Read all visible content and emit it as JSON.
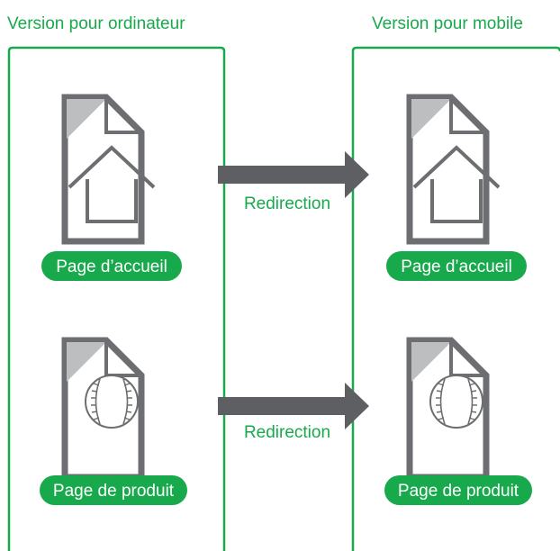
{
  "colors": {
    "accent_green": "#18a94d",
    "icon_gray": "#6d6e71",
    "fold_gray": "#bcbec0",
    "arrow_gray": "#5e5f63",
    "white": "#ffffff"
  },
  "columns": [
    {
      "heading": "Version pour ordinateur",
      "pages": [
        {
          "label": "Page d’accueil",
          "icon": "house-icon"
        },
        {
          "label": "Page de produit",
          "icon": "baseball-icon"
        }
      ]
    },
    {
      "heading": "Version pour mobile",
      "pages": [
        {
          "label": "Page d’accueil",
          "icon": "house-icon"
        },
        {
          "label": "Page de produit",
          "icon": "baseball-icon"
        }
      ]
    }
  ],
  "arrows": [
    {
      "label": "Redirection"
    },
    {
      "label": "Redirection"
    }
  ]
}
